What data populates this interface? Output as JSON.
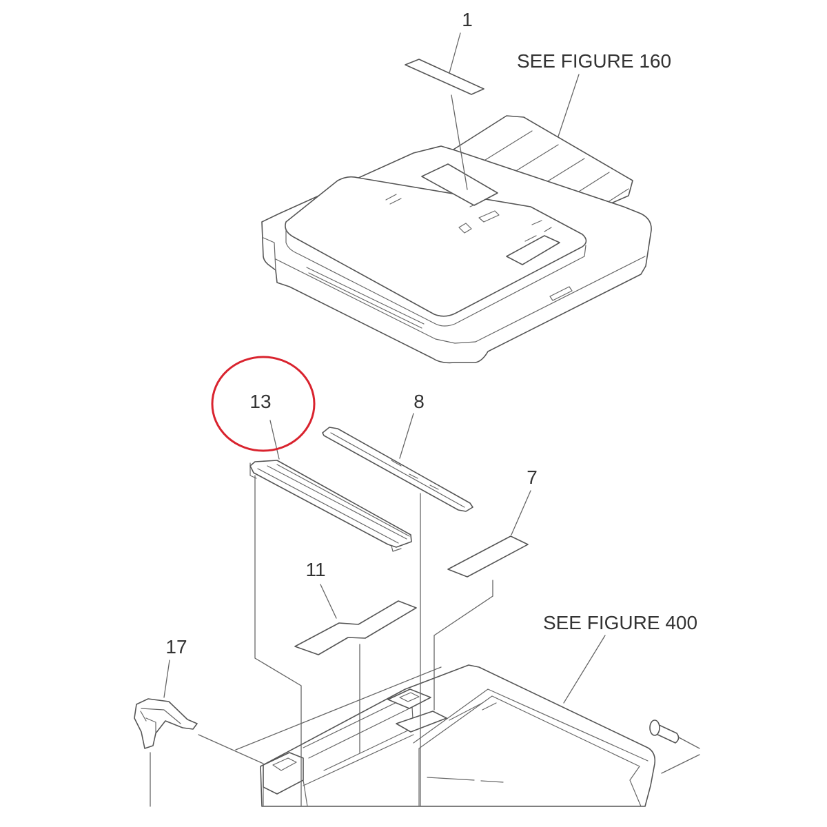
{
  "callouts": {
    "item_1": "1",
    "see_figure_160": "SEE FIGURE 160",
    "item_13": "13",
    "item_8": "8",
    "item_7": "7",
    "item_11": "11",
    "see_figure_400": "SEE FIGURE 400",
    "item_17": "17"
  },
  "colors": {
    "line": "#555555",
    "label": "#333333",
    "highlight_circle": "#d9232e"
  }
}
